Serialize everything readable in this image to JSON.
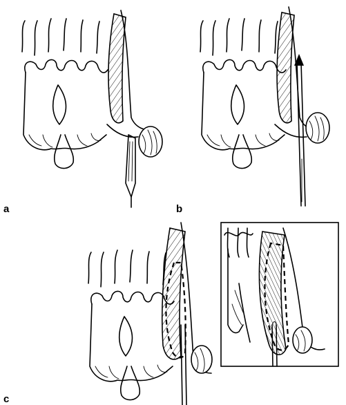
{
  "panels": [
    {
      "id": "a",
      "label": "a"
    },
    {
      "id": "b",
      "label": "b"
    },
    {
      "id": "c",
      "label": "c"
    }
  ],
  "colors": {
    "ink": "#000000",
    "paper": "#ffffff"
  }
}
